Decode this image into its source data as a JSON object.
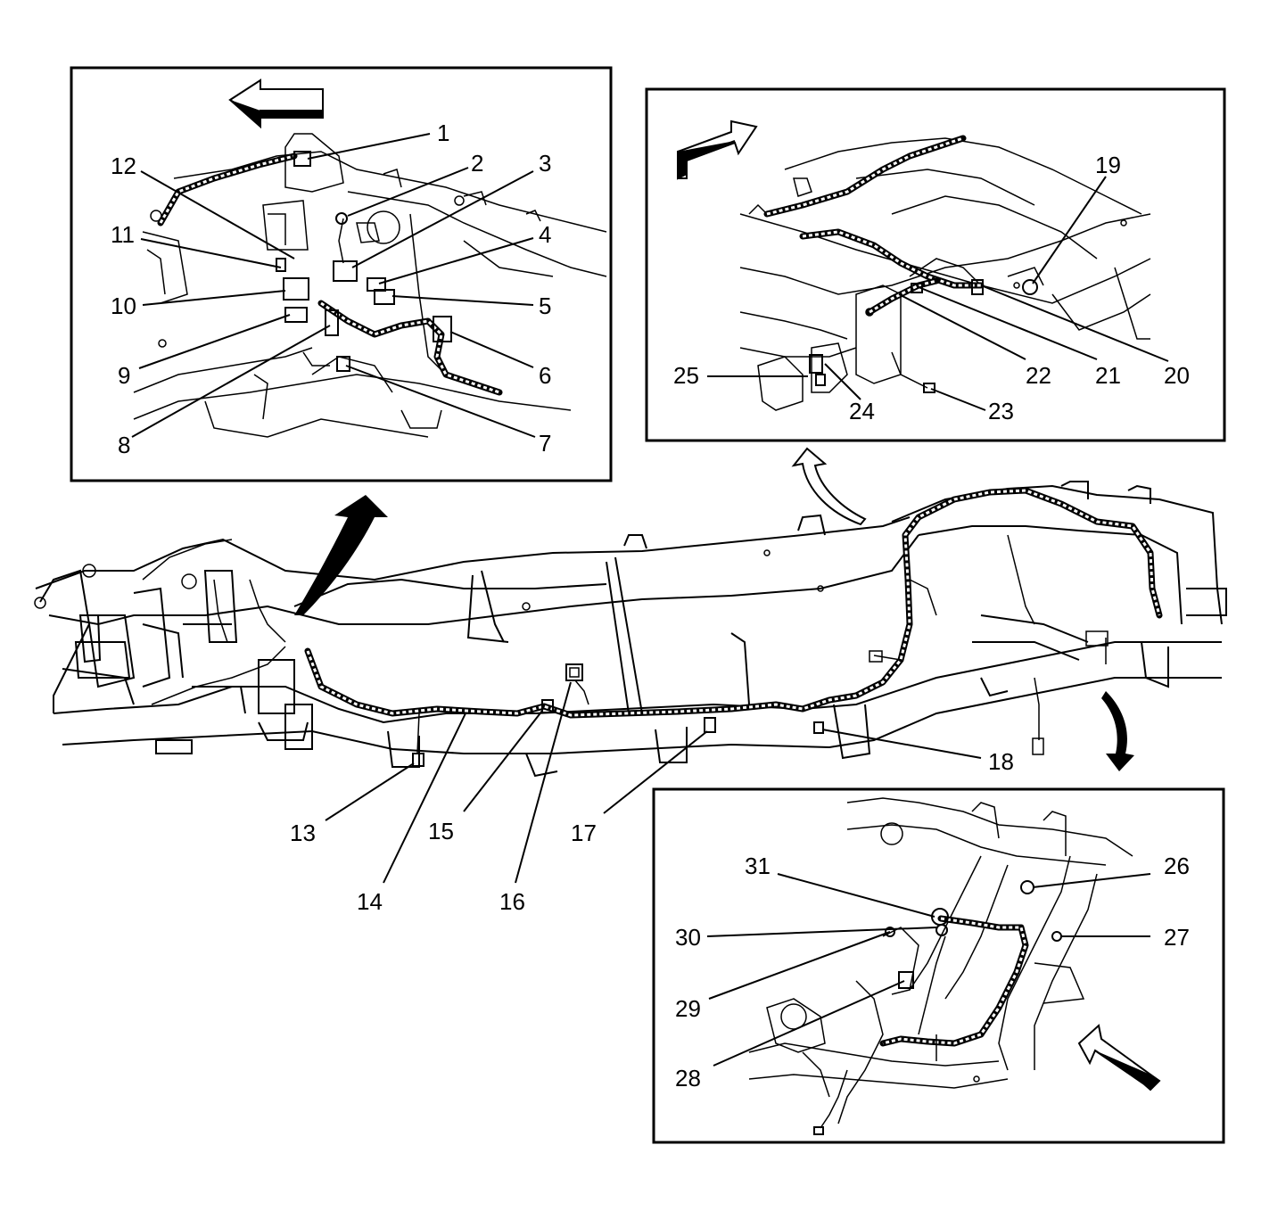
{
  "callouts": {
    "c1": "1",
    "c2": "2",
    "c3": "3",
    "c4": "4",
    "c5": "5",
    "c6": "6",
    "c7": "7",
    "c8": "8",
    "c9": "9",
    "c10": "10",
    "c11": "11",
    "c12": "12",
    "c13": "13",
    "c14": "14",
    "c15": "15",
    "c16": "16",
    "c17": "17",
    "c18": "18",
    "c19": "19",
    "c20": "20",
    "c21": "21",
    "c22": "22",
    "c23": "23",
    "c24": "24",
    "c25": "25",
    "c26": "26",
    "c27": "27",
    "c28": "28",
    "c29": "29",
    "c30": "30",
    "c31": "31"
  },
  "icons": {
    "front_arrow": "direction-arrow-left",
    "right_arrow": "direction-arrow-right",
    "rear_arrow": "direction-arrow-up-left",
    "pointer_front": "curved-pointer-arrow",
    "pointer_middle": "curved-pointer-arrow",
    "pointer_rear": "curved-pointer-arrow"
  }
}
